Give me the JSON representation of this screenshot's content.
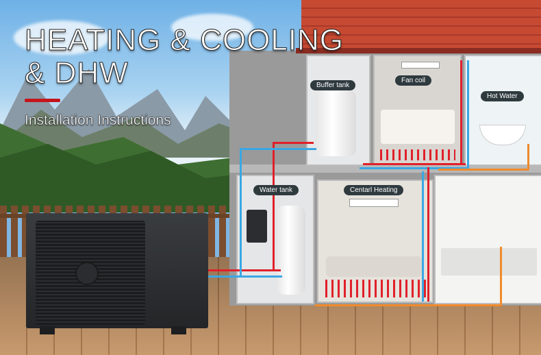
{
  "headline": {
    "line1": "HEATING & COOLING",
    "line2": "& DHW",
    "subtitle": "Installation Instructions"
  },
  "rooms": {
    "buffer_tank": "Buffer tank",
    "fan_coil": "Fan coil",
    "hot_water": "Hot Water",
    "water_tank": "Water tank",
    "central_heating": "Centarl Heating"
  },
  "colors": {
    "hot_pipe": "#e0202a",
    "cold_pipe": "#3aa7e4",
    "return_pipe": "#f08a2a",
    "accent_bar": "#c4151c",
    "label_bg": "#2f3a3f"
  },
  "icons": [
    "heat-pump-unit",
    "buffer-tank",
    "water-tank",
    "fan-coil",
    "bathtub",
    "sofa",
    "bed"
  ]
}
